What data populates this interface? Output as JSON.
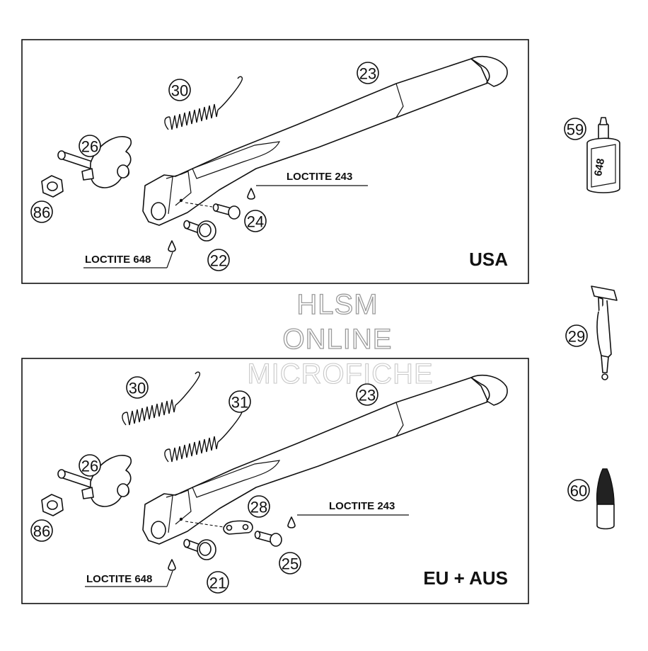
{
  "panels": [
    {
      "region": "USA",
      "callouts": [
        "30",
        "23",
        "26",
        "86",
        "24",
        "22"
      ],
      "loctite_upper": "LOCTITE 243",
      "loctite_lower": "LOCTITE 648"
    },
    {
      "region": "EU + AUS",
      "callouts": [
        "30",
        "31",
        "23",
        "26",
        "86",
        "28",
        "25",
        "21"
      ],
      "loctite_upper": "LOCTITE 243",
      "loctite_lower": "LOCTITE 648"
    }
  ],
  "side_parts": {
    "callouts": [
      "59",
      "29",
      "60"
    ],
    "bottle_label": "648"
  },
  "watermark": [
    "HLSM",
    "ONLINE",
    "MICROFICHE"
  ]
}
